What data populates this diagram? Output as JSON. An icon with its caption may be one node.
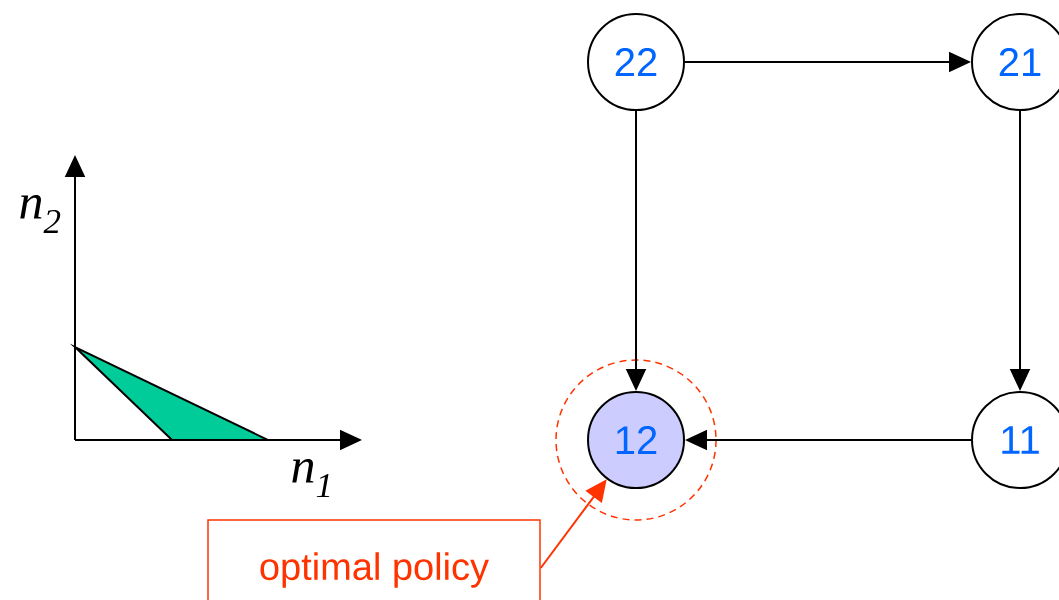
{
  "diagram": {
    "nodes": [
      {
        "text": [
          "22"
        ]
      },
      {
        "text": [
          "21"
        ]
      },
      {
        "text": [
          "12"
        ]
      },
      {
        "text": [
          "11"
        ]
      },
      {
        "text": [
          "optimal policy"
        ]
      }
    ],
    "edges": [
      {
        "from": 0,
        "to": 1,
        "arrow": "to"
      },
      {
        "from": 0,
        "to": 2,
        "arrow": "to"
      },
      {
        "from": 1,
        "to": 3,
        "arrow": "to"
      },
      {
        "from": 3,
        "to": 2,
        "arrow": "to"
      },
      {
        "from": 4,
        "to": 2,
        "arrow": "to",
        "color": "#ff3300"
      }
    ],
    "labels": [
      "n$_{2}$",
      "n$_{1}$"
    ]
  }
}
